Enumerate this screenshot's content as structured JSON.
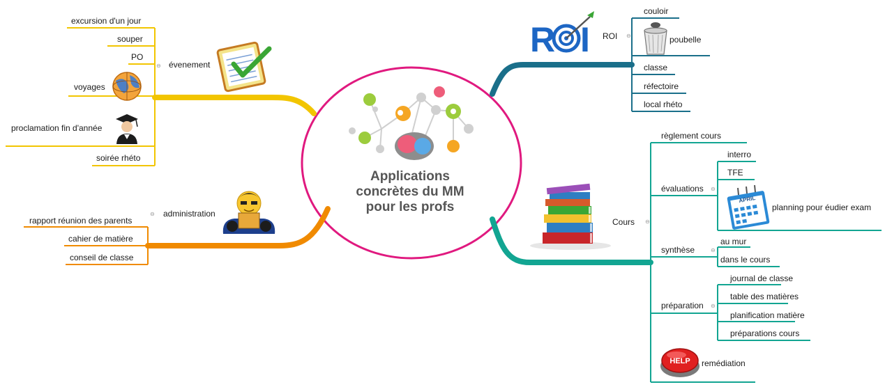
{
  "central": {
    "title_lines": [
      "Applications",
      "concrètes du MM",
      "pour les profs"
    ],
    "border_color": "#e0197f"
  },
  "colors": {
    "evenement": "#f2c500",
    "administration": "#f08a00",
    "roi": "#1a6f8a",
    "cours": "#12a592"
  },
  "branches": {
    "evenement": {
      "label": "évenement",
      "icon": "checklist-icon",
      "children": [
        "excursion d'un jour",
        "souper",
        "PO",
        "voyages",
        "proclamation fin d'année",
        "soirée rhéto"
      ],
      "child_icons": {
        "voyages": "globe-icon",
        "proclamation fin d'année": "graduate-icon"
      }
    },
    "administration": {
      "label": "administration",
      "icon": "office-worker-icon",
      "children": [
        "rapport réunion des parents",
        "cahier de matière",
        "conseil de classe"
      ]
    },
    "roi": {
      "label": "ROI",
      "icon": "roi-target-icon",
      "children": [
        "couloir",
        "poubelle",
        "classe",
        "réfectoire",
        "local rhéto"
      ],
      "child_icons": {
        "poubelle": "trash-bin-icon"
      }
    },
    "cours": {
      "label": "Cours",
      "icon": "books-icon",
      "children": [
        {
          "label": "règlement cours"
        },
        {
          "label": "évaluations",
          "children": [
            "interro",
            "TFE",
            "planning pour éudier exam"
          ],
          "child_icons": {
            "planning pour éudier exam": "calendar-icon"
          }
        },
        {
          "label": "synthèse",
          "children": [
            "au mur",
            "dans le cours"
          ]
        },
        {
          "label": "préparation",
          "children": [
            "journal de classe",
            "table des matières",
            "planification matière",
            "préparations cours"
          ]
        },
        {
          "label": "remédiation",
          "icon": "help-button-icon"
        }
      ]
    }
  },
  "icon_text": {
    "roi": "ROI",
    "help": "HELP",
    "calendar": "APRIL"
  }
}
